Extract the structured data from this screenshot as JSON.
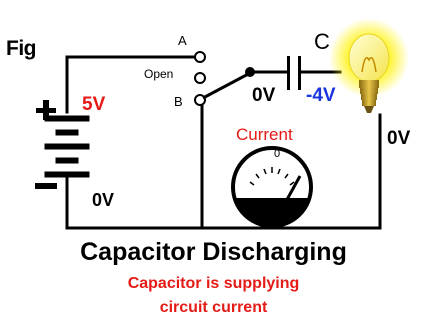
{
  "figure_label": "Fig",
  "colors": {
    "wire": "#000000",
    "voltage_red": "#e41b17",
    "voltage_blue": "#1a35e0",
    "current_label": "#e41b17",
    "subtitle": "#e41b17",
    "bulb_glow": "#fff200",
    "bulb_base": "#c9a31e"
  },
  "battery": {
    "positive_symbol": "+",
    "negative_symbol": "−",
    "top_voltage": "5V",
    "bottom_voltage": "0V"
  },
  "switch": {
    "position_a": "A",
    "position_open": "Open",
    "position_b": "B",
    "selected": "B"
  },
  "capacitor": {
    "label": "C",
    "left_voltage": "0V",
    "right_voltage": "-4V"
  },
  "lamp": {
    "state": "lit",
    "bottom_voltage": "0V"
  },
  "meter": {
    "label": "Current",
    "zero_mark": "0"
  },
  "caption": {
    "title": "Capacitor Discharging",
    "subtitle_line1": "Capacitor is supplying",
    "subtitle_line2": "circuit current"
  }
}
